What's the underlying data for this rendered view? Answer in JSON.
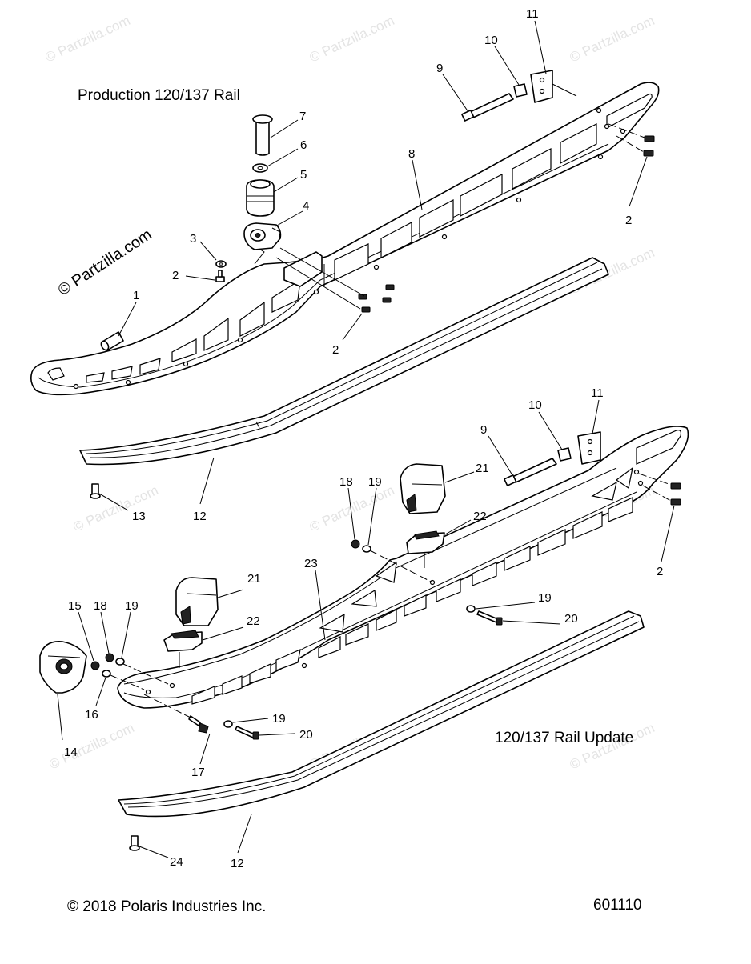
{
  "diagram": {
    "section_top_title": "Production 120/137 Rail",
    "section_bottom_title": "120/137 Rail Update",
    "copyright": "© 2018 Polaris Industries Inc.",
    "figure_number": "601110",
    "side_watermark": "© Partzilla.com",
    "watermark_text": "© Partzilla.com",
    "callouts_top": [
      "1",
      "2",
      "2",
      "2",
      "3",
      "4",
      "5",
      "6",
      "7",
      "8",
      "9",
      "10",
      "11",
      "12",
      "13"
    ],
    "callouts_bottom": [
      "9",
      "10",
      "11",
      "21",
      "22",
      "18",
      "19",
      "2",
      "23",
      "19",
      "20",
      "21",
      "22",
      "15",
      "18",
      "19",
      "14",
      "16",
      "19",
      "20",
      "17",
      "12",
      "24"
    ]
  }
}
